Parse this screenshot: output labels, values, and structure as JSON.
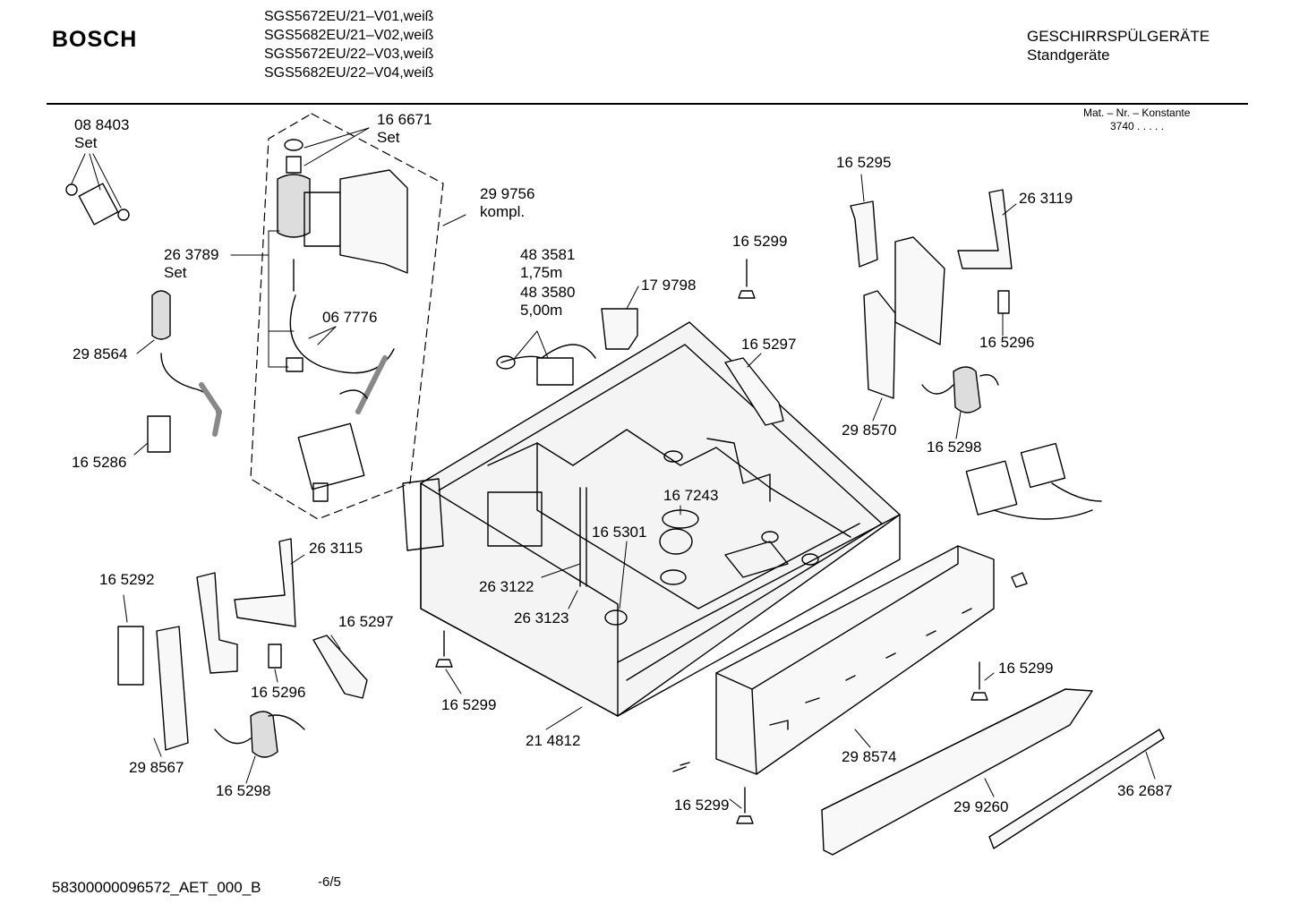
{
  "header": {
    "brand": "BOSCH",
    "models": [
      "SGS5672EU/21–V01,weiß",
      "SGS5682EU/21–V02,weiß",
      "SGS5672EU/22–V03,weiß",
      "SGS5682EU/22–V04,weiß"
    ],
    "category_line1": "GESCHIRRSPÜLGERÄTE",
    "category_line2": "Standgeräte",
    "mat_label": "Mat. – Nr. – Konstante",
    "mat_value": "3740  .  .  .  .  ."
  },
  "footer": {
    "doc_id": "58300000096572_AET_000_B",
    "page": "-6/5"
  },
  "parts": [
    {
      "id": "p088403",
      "number": "08 8403",
      "note": "Set"
    },
    {
      "id": "p166671",
      "number": "16 6671",
      "note": "Set"
    },
    {
      "id": "p299756",
      "number": "29 9756",
      "note": "kompl."
    },
    {
      "id": "p263789",
      "number": "26 3789",
      "note": "Set"
    },
    {
      "id": "p067776",
      "number": "06 7776",
      "note": ""
    },
    {
      "id": "p298564",
      "number": "29 8564",
      "note": ""
    },
    {
      "id": "p165286",
      "number": "16 5286",
      "note": ""
    },
    {
      "id": "p483581",
      "number": "48 3581",
      "note": "1,75m"
    },
    {
      "id": "p483580",
      "number": "48 3580",
      "note": "5,00m"
    },
    {
      "id": "p179798",
      "number": "17 9798",
      "note": ""
    },
    {
      "id": "p165299a",
      "number": "16 5299",
      "note": ""
    },
    {
      "id": "p165295",
      "number": "16 5295",
      "note": ""
    },
    {
      "id": "p263119",
      "number": "26 3119",
      "note": ""
    },
    {
      "id": "p165296a",
      "number": "16 5296",
      "note": ""
    },
    {
      "id": "p165297a",
      "number": "16 5297",
      "note": ""
    },
    {
      "id": "p298570",
      "number": "29 8570",
      "note": ""
    },
    {
      "id": "p165298a",
      "number": "16 5298",
      "note": ""
    },
    {
      "id": "p167243",
      "number": "16 7243",
      "note": ""
    },
    {
      "id": "p165301",
      "number": "16 5301",
      "note": ""
    },
    {
      "id": "p263122",
      "number": "26 3122",
      "note": ""
    },
    {
      "id": "p263123",
      "number": "26 3123",
      "note": ""
    },
    {
      "id": "p263115",
      "number": "26 3115",
      "note": ""
    },
    {
      "id": "p165292",
      "number": "16 5292",
      "note": ""
    },
    {
      "id": "p165297b",
      "number": "16 5297",
      "note": ""
    },
    {
      "id": "p165296b",
      "number": "16 5296",
      "note": ""
    },
    {
      "id": "p298567",
      "number": "29 8567",
      "note": ""
    },
    {
      "id": "p165298b",
      "number": "16 5298",
      "note": ""
    },
    {
      "id": "p165299b",
      "number": "16 5299",
      "note": ""
    },
    {
      "id": "p214812",
      "number": "21 4812",
      "note": ""
    },
    {
      "id": "p165299c",
      "number": "16 5299",
      "note": ""
    },
    {
      "id": "p298574",
      "number": "29 8574",
      "note": ""
    },
    {
      "id": "p165299d",
      "number": "16 5299",
      "note": ""
    },
    {
      "id": "p299260",
      "number": "29 9260",
      "note": ""
    },
    {
      "id": "p362687",
      "number": "36 2687",
      "note": ""
    }
  ]
}
